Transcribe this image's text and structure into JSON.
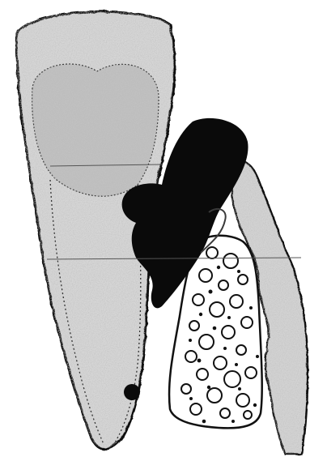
{
  "diagram": {
    "style": "stippled line illustration",
    "colors": {
      "background": "#ffffff",
      "outline": "#111111",
      "stipple_light": "#cfcfcf",
      "stipple_dark": "#9a9a9a",
      "fill_black": "#0a0a0a"
    },
    "parts": [
      "tooth-crown",
      "pulp-chamber",
      "root",
      "root-canal",
      "black-mass",
      "apical-dot",
      "alveolar-bone",
      "gingiva",
      "horizontal-lines"
    ]
  }
}
